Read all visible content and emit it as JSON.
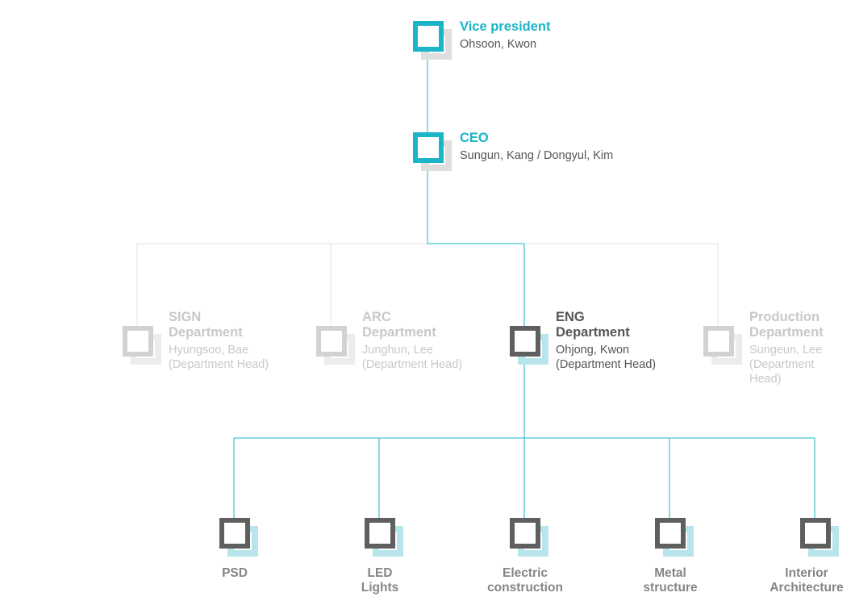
{
  "colors": {
    "accent": "#1ab5c7",
    "line_light": "#e3e3e3",
    "dark": "#5f5f5f",
    "faded": "#d2d2d2"
  },
  "top": [
    {
      "title": "Vice president",
      "name": "Ohsoon, Kwon"
    },
    {
      "title": "CEO",
      "name": "Sungun, Kang / Dongyul, Kim"
    }
  ],
  "departments": [
    {
      "title_line1": "SIGN",
      "title_line2": "Department",
      "head_name": "Hyungsoo, Bae",
      "head_role": "(Department Head)"
    },
    {
      "title_line1": "ARC",
      "title_line2": "Department",
      "head_name": "Junghun, Lee",
      "head_role": "(Department Head)"
    },
    {
      "title_line1": "ENG",
      "title_line2": "Department",
      "head_name": "Ohjong, Kwon",
      "head_role": "(Department Head)"
    },
    {
      "title_line1": "Production",
      "title_line2": "Department",
      "head_name": "Sungeun, Lee",
      "head_role": "(Department",
      "head_role2": "Head)"
    }
  ],
  "teams": [
    {
      "line1": "PSD",
      "line2": ""
    },
    {
      "line1": "LED",
      "line2": "Lights"
    },
    {
      "line1": "Electric",
      "line2": "construction"
    },
    {
      "line1": "Metal",
      "line2": "structure"
    },
    {
      "line1": "Interior",
      "line2": "Architecture"
    }
  ]
}
